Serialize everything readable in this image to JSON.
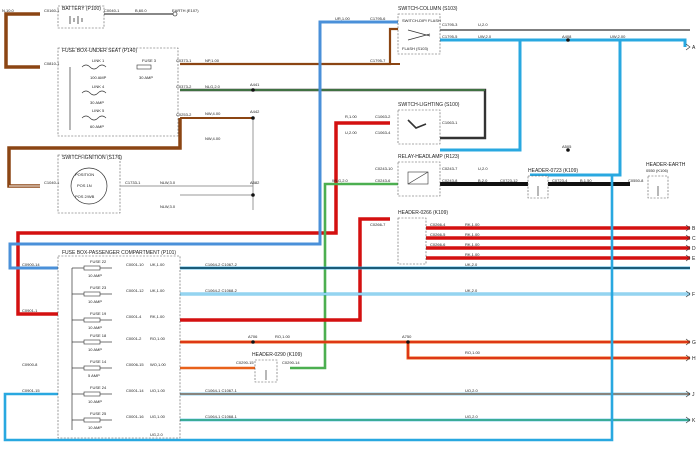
{
  "components": {
    "battery": {
      "title": "BATTERY (P100)",
      "left_pin": "C0160-1",
      "right_pin": "C0040-1",
      "wire": "B,60.0",
      "far_pin": "EARTH (E107)",
      "left_wire": "N,10.0"
    },
    "fusebox_seat": {
      "title": "FUSE BOX-UNDER SEAT (P140)",
      "in_pin": "C0810-1",
      "link1": "LINK 1",
      "link1_amp": "100 AMP",
      "fuse3": "FUSE 3",
      "fuse3_amp": "30 AMP",
      "link4": "LINK 4",
      "link4_amp": "30 AMP",
      "link5": "LINK 5",
      "link5_amp": "60 AMP",
      "pin1": "C0373-1",
      "pin2": "C0373-2",
      "pin3": "C0253-2",
      "wire1": "NP,1.00",
      "wire2": "NLG,2.0",
      "wire3": "NW,4.00",
      "wire4": "NW,4.00",
      "splice1": "A441",
      "splice2": "A442"
    },
    "switch_ignition": {
      "title": "SWITCH-IGNITION (S176)",
      "pos1": "POSITION",
      "pos2": "POS 1N",
      "pos3": "POS 2/WB",
      "in_pin": "C1040-1",
      "out_pin": "C1733-1",
      "wire": "NLW,3.0",
      "wire2": "NLW,3.0",
      "splice": "A582"
    },
    "switch_column": {
      "title": "SWITCH-COLUMN (S103)",
      "sub1": "SWITCH-DIP/ FLASH",
      "sub2": "FLASH (S103)",
      "pin_a": "C1795-6",
      "pin_b": "C1795-3",
      "pin_c": "C1795-7",
      "pin_d": "C1795-5",
      "wire_in": "UR,1.00",
      "wire_out1": "U,2.0",
      "wire_out2": "UW,2.0",
      "splice": "A408",
      "wire_right": "UW,2.00"
    },
    "switch_lighting": {
      "title": "SWITCH-LIGHTING (S100)",
      "pin_a": "C1063-2",
      "pin_b": "C1063-4",
      "pin_c": "C1063-1",
      "wire_a": "R,1.00",
      "wire_b": "U,2.00",
      "splice": "A505"
    },
    "relay_headlamp": {
      "title": "RELAY-HEADLAMP (R123)",
      "pin_a": "C0243-10",
      "pin_b": "C0243-6",
      "pin_c": "C0243-7",
      "pin_d": "C0243-8",
      "wire_a": "U,2.0",
      "wire_b": "B,2.0",
      "wire_in": "WLG,2.0"
    },
    "header_0723": {
      "title": "HEADER-0723 (K109)",
      "pin_a": "C0723-12",
      "pin_b": "C0723-4",
      "wire": "B,1.50"
    },
    "header_earth": {
      "title": "HEADER-EARTH",
      "sub": "0550 (K106)",
      "pin": "C0550-8"
    },
    "header_0266": {
      "title": "HEADER-0266 (K109)",
      "pin_a": "C0266-7",
      "pin_b": "C0266-4",
      "pin_c": "C0266-5",
      "pin_d": "C0266-6",
      "wire_a": "RK,1.00",
      "wire_b": "RK,1.00",
      "wire_c": "RK,1.00",
      "wire_d": "RK,1.00"
    },
    "fusebox_pass": {
      "title": "FUSE BOX-PASSENGER COMPARTMENT (P101)",
      "in1": "C0900-14",
      "in2": "C0901-1",
      "in3": "C0900-8",
      "in4": "C0901-15",
      "fuses": [
        {
          "name": "FUSE 22",
          "amp": "10 AMP",
          "pin": "C0001-10",
          "wire": "UK,1.00",
          "conn": "C1064-2 C1067-2"
        },
        {
          "name": "FUSE 23",
          "amp": "10 AMP",
          "pin": "C0001-12",
          "wire": "UK,1.00",
          "conn": "C1064-2 C1068-2"
        },
        {
          "name": "FUSE 19",
          "amp": "10 AMP",
          "pin": "C0001-4",
          "wire": "RK,1.00",
          "conn": ""
        },
        {
          "name": "FUSE 18",
          "amp": "10 AMP",
          "pin": "C0001-2",
          "wire": "RO,1.00",
          "conn": ""
        },
        {
          "name": "FUSE 14",
          "amp": "5 AMP",
          "pin": "C0006-15",
          "wire": "WO,1.00",
          "conn": ""
        },
        {
          "name": "FUSE 24",
          "amp": "10 AMP",
          "pin": "C0001-14",
          "wire": "UO,1.00",
          "conn": "C1064-1 C1067-1"
        },
        {
          "name": "FUSE 25",
          "amp": "10 AMP",
          "pin": "C0001-16",
          "wire": "UG,1.00",
          "conn": "C1064-1 C1068-1"
        }
      ]
    },
    "header_0290": {
      "title": "HEADER-0290 (K109)",
      "pin_a": "C0290-15",
      "pin_b": "C0290-14",
      "splice_a": "A706",
      "splice_b": "A750",
      "wire_a": "RO,1.00",
      "wire_b": "RO,1.00"
    }
  },
  "edge_labels": [
    "A",
    "B",
    "C",
    "D",
    "E",
    "F",
    "G",
    "H",
    "J",
    "K"
  ],
  "right_wires": [
    "UK,2.0",
    "UK,2.0",
    "RO,1.00",
    "RO,1.00",
    "UO,2.0",
    "UG,2.0",
    "UG,2.0",
    "RK,1.00"
  ],
  "colors": {
    "brown": "#8b4513",
    "blue": "#4a90d9",
    "lightblue": "#29a8e0",
    "red": "#d41010",
    "green": "#4caf50",
    "black": "#111111",
    "orange": "#e8611a",
    "grey": "#9e9e9e"
  }
}
